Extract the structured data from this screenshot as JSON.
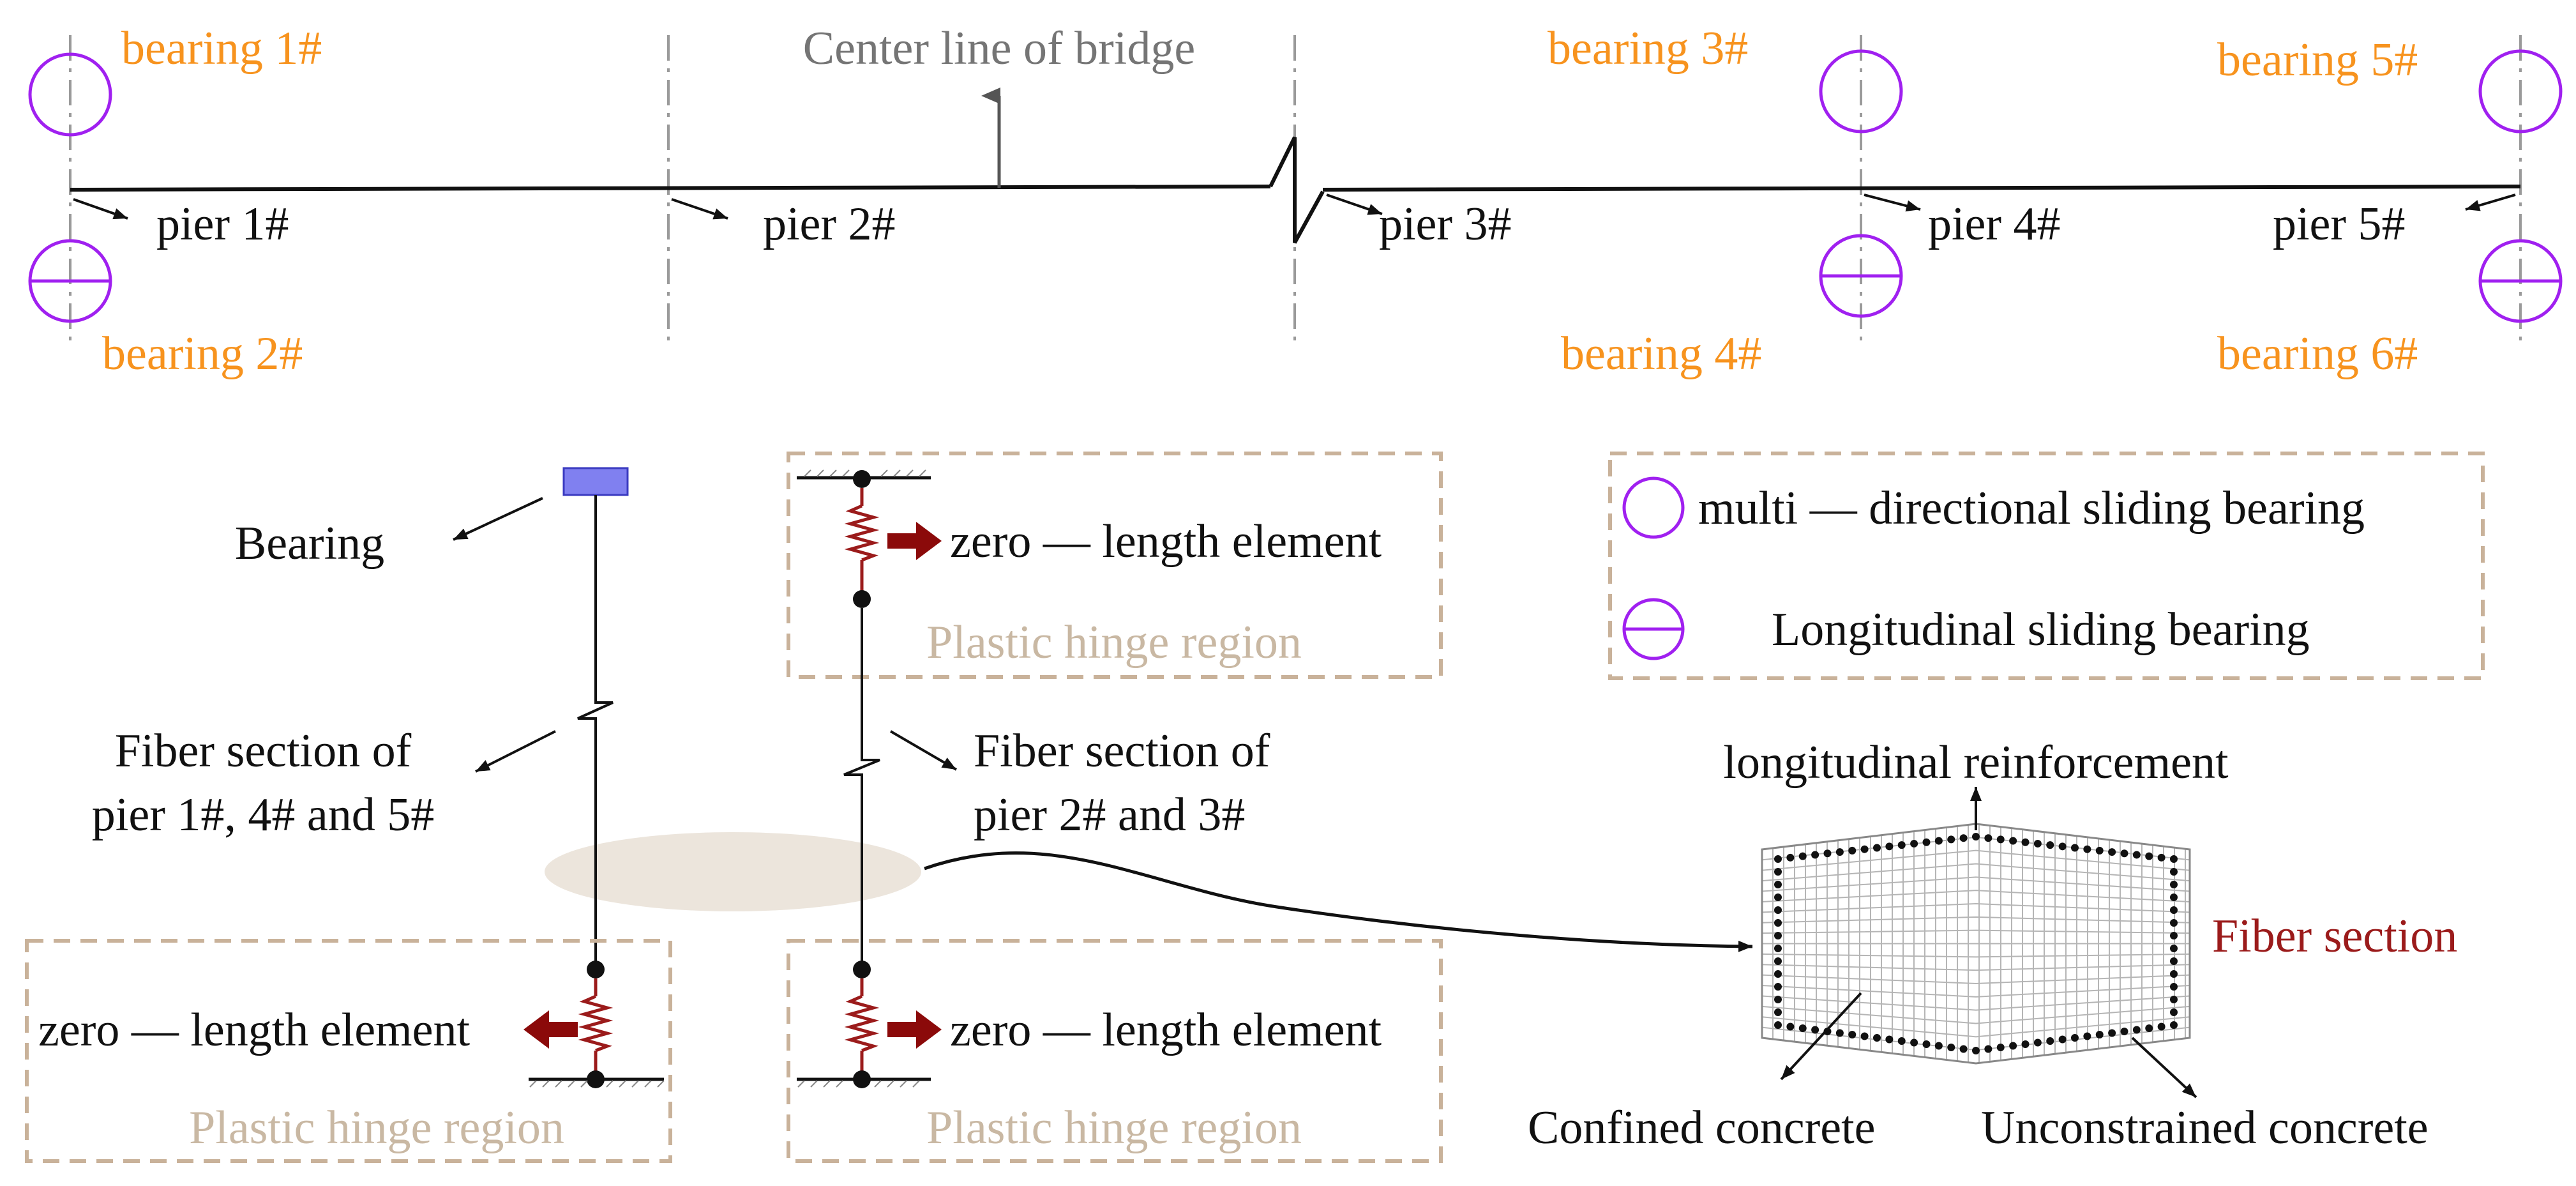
{
  "colors": {
    "bearing_label": "#f7931e",
    "bearing_symbol": "#a020f0",
    "spring": "#9b1b1b",
    "force_arrow": "#8b0a0a",
    "dashed_box": "#c9b29a",
    "plastic_hinge_text": "#c9b8a3",
    "fiber_section_label": "#9b1b1b",
    "bearing_block": "#8080f0",
    "fiber_ellipse": "#ece5dc",
    "centerline_label": "#757575"
  },
  "top_layout": {
    "bearings": [
      "bearing 1#",
      "bearing 2#",
      "bearing 3#",
      "bearing 4#",
      "bearing 5#",
      "bearing 6#"
    ],
    "piers": [
      "pier 1#",
      "pier 2#",
      "pier 3#",
      "pier 4#",
      "pier 5#"
    ],
    "center_line_label": "Center line of bridge"
  },
  "left_pier": {
    "bearing_label": "Bearing",
    "fiber_label_line1": "Fiber section of",
    "fiber_label_line2": "pier 1#, 4# and 5#",
    "zero_length_label": "zero — length element",
    "plastic_hinge_label": "Plastic hinge region"
  },
  "middle_pier": {
    "top_zero_length_label": "zero — length element",
    "top_plastic_hinge_label": "Plastic hinge region",
    "fiber_label_line1": "Fiber section of",
    "fiber_label_line2": "pier 2# and 3#",
    "bottom_zero_length_label": "zero — length element",
    "bottom_plastic_hinge_label": "Plastic hinge region"
  },
  "legend": {
    "multi_directional": "multi — directional sliding  bearing",
    "longitudinal": "Longitudinal sliding bearing",
    "multi_directional_icon": "circle-icon",
    "longitudinal_icon": "circle-with-bar-icon"
  },
  "fiber_section": {
    "top_label": "longitudinal reinforcement",
    "side_label": "Fiber section",
    "bottom_left_label": "Confined concrete",
    "bottom_right_label": "Unconstrained concrete"
  }
}
